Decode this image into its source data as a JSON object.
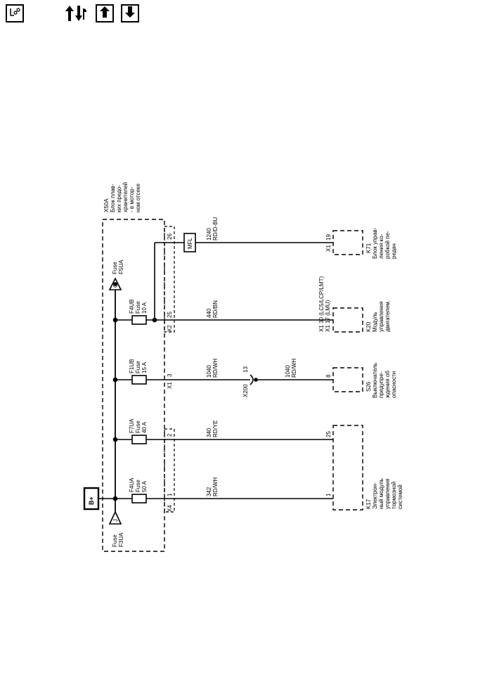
{
  "toolbar": {
    "buttons": [
      {
        "name": "component-locator-icon"
      },
      {
        "name": "tools-icon"
      },
      {
        "name": "arrow-up-icon"
      },
      {
        "name": "arrow-down-icon"
      }
    ]
  },
  "diagram": {
    "battery": "B+",
    "block_code": "X50A",
    "block_title": [
      "Блок плав-",
      "ких предо-",
      "хранителей",
      "- в мотор-",
      "ном отсеке"
    ],
    "fuses": [
      {
        "ref": "F4UA",
        "rating": "Fuse",
        "amps": "50 A"
      },
      {
        "ref": "F7UA",
        "rating": "Fuse",
        "amps": "40 A"
      },
      {
        "ref": "F1UB",
        "rating": "Fuse",
        "amps": "15 A"
      },
      {
        "ref": "F4UB",
        "rating": "Fuse",
        "amps": "10 A"
      }
    ],
    "fuse_f3ua": [
      "Fuse",
      "F3UA"
    ],
    "fuse_f5ua": [
      "Fuse",
      "F5UA"
    ],
    "fuse_f3ua_letter": "J",
    "fuse_f5ua_letter": "O",
    "connectors": {
      "x4": "X4",
      "x1": "X1",
      "x2": "X2",
      "pin_1": "1",
      "pin_2": "2",
      "pin_3": "3",
      "pin_25": "25",
      "pin_26": "26"
    },
    "mfl": "MFL",
    "wires": [
      {
        "circuit": "342",
        "color": "RD/WH"
      },
      {
        "circuit": "340",
        "color": "RD/YE"
      },
      {
        "circuit": "1040",
        "color": "RD/WH"
      },
      {
        "circuit": "440",
        "color": "RD/BN"
      },
      {
        "circuit": "1240",
        "color": "RD/D-BU"
      }
    ],
    "wire_after_splice": {
      "circuit": "1040",
      "color": "RD/WH"
    },
    "splice": {
      "ref": "X200",
      "pin": "13"
    },
    "k17": {
      "ref": "K17",
      "pins": [
        "1",
        "25"
      ],
      "desc": [
        "Электрон-",
        "ный модуль",
        "управления",
        "тормозной",
        "системой"
      ]
    },
    "s26": {
      "ref": "S26",
      "pin": "8",
      "desc": [
        "Выключатель",
        "предупре-",
        "ждения об",
        "опасности"
      ]
    },
    "k20": {
      "ref": "K20",
      "lines": [
        "X1  30 (LC5/LCP/LMT)",
        "X1  17 (LMU)"
      ],
      "desc": [
        "Модуль",
        "управления",
        "двигателем."
      ]
    },
    "k71": {
      "ref": "K71",
      "conn": "X1",
      "pin": "19",
      "desc": [
        "Блок управ-",
        "ления ко-",
        "робкой пе-",
        "редач"
      ]
    }
  }
}
